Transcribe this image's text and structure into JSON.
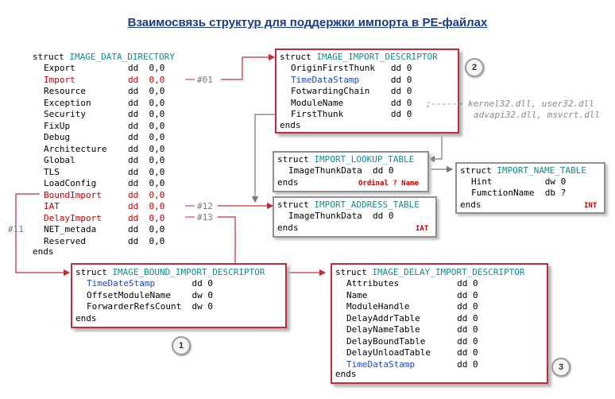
{
  "title": "Взаимосвязь структур для поддержки импорта в PE-файлах",
  "data_directory": {
    "kw": "struct",
    "name": "IMAGE_DATA_DIRECTORY",
    "entries": [
      {
        "field": "Export",
        "type": "dd",
        "val": "0,0"
      },
      {
        "field": "Import",
        "type": "dd",
        "val": "0,0"
      },
      {
        "field": "Resource",
        "type": "dd",
        "val": "0,0"
      },
      {
        "field": "Exception",
        "type": "dd",
        "val": "0,0"
      },
      {
        "field": "Security",
        "type": "dd",
        "val": "0,0"
      },
      {
        "field": "FixUp",
        "type": "dd",
        "val": "0,0"
      },
      {
        "field": "Debug",
        "type": "dd",
        "val": "0,0"
      },
      {
        "field": "Architecture",
        "type": "dd",
        "val": "0,0"
      },
      {
        "field": "Global",
        "type": "dd",
        "val": "0,0"
      },
      {
        "field": "TLS",
        "type": "dd",
        "val": "0,0"
      },
      {
        "field": "LoadConfig",
        "type": "dd",
        "val": "0,0"
      },
      {
        "field": "BoundImport",
        "type": "dd",
        "val": "0,0"
      },
      {
        "field": "IAT",
        "type": "dd",
        "val": "0,0"
      },
      {
        "field": "DelayImport",
        "type": "dd",
        "val": "0,0"
      },
      {
        "field": "NET_metada",
        "type": "dd",
        "val": "0,0"
      },
      {
        "field": "Reserved",
        "type": "dd",
        "val": "0,0"
      }
    ],
    "ends": "ends"
  },
  "refs": {
    "r01": "#01",
    "r12": "#12",
    "r13": "#13",
    "r11": "#11"
  },
  "import_descriptor": {
    "kw": "struct",
    "name": "IMAGE_IMPORT_DESCRIPTOR",
    "fields": [
      {
        "field": "OriginFirstThunk",
        "type": "dd",
        "val": "0"
      },
      {
        "field": "TimeDataStamp",
        "type": "dd",
        "val": "0"
      },
      {
        "field": "FotwardingChain",
        "type": "dd",
        "val": "0"
      },
      {
        "field": "ModuleName",
        "type": "dd",
        "val": "0"
      },
      {
        "field": "FirstThunk",
        "type": "dd",
        "val": "0"
      }
    ],
    "ends": "ends",
    "badge": "2",
    "module_note": {
      "arrow": ";----->",
      "line1": "kernel32.dll, user32.dll",
      "line2": "advapi32.dll, msvcrt.dll"
    }
  },
  "lookup_table": {
    "kw": "struct",
    "name": "IMPORT_LOOKUP_TABLE",
    "fields": [
      {
        "field": "ImageThunkData",
        "type": "dd",
        "val": "0"
      }
    ],
    "ends": "ends",
    "tag": "Ordinal ? Name"
  },
  "name_table": {
    "kw": "struct",
    "name": "IMPORT_NAME_TABLE",
    "fields": [
      {
        "field": "Hint",
        "type": "dw",
        "val": "0"
      },
      {
        "field": "FumctionName",
        "type": "db",
        "val": "?"
      }
    ],
    "ends": "ends",
    "tag": "INT"
  },
  "address_table": {
    "kw": "struct",
    "name": "IMPORT_ADDRESS_TABLE",
    "fields": [
      {
        "field": "ImageThunkData",
        "type": "dd",
        "val": "0"
      }
    ],
    "ends": "ends",
    "tag": "IAT"
  },
  "bound_descriptor": {
    "kw": "struct",
    "name": "IMAGE_BOUND_IMPORT_DESCRIPTOR",
    "fields": [
      {
        "field": "TimeDateStamp",
        "type": "dd",
        "val": "0"
      },
      {
        "field": "OffsetModuleName",
        "type": "dw",
        "val": "0"
      },
      {
        "field": "ForwarderRefsCount",
        "type": "dw",
        "val": "0"
      }
    ],
    "ends": "ends",
    "badge": "1"
  },
  "delay_descriptor": {
    "kw": "struct",
    "name": "IMAGE_DELAY_IMPORT_DESCRIPTOR",
    "fields": [
      {
        "field": "Attributes",
        "type": "dd",
        "val": "0"
      },
      {
        "field": "Name",
        "type": "dd",
        "val": "0"
      },
      {
        "field": "ModuleHandle",
        "type": "dd",
        "val": "0"
      },
      {
        "field": "DelayAddrTable",
        "type": "dd",
        "val": "0"
      },
      {
        "field": "DelayNameTable",
        "type": "dd",
        "val": "0"
      },
      {
        "field": "DelayBoundTable",
        "type": "dd",
        "val": "0"
      },
      {
        "field": "DelayUnloadTable",
        "type": "dd",
        "val": "0"
      },
      {
        "field": "TimeDataStamp",
        "type": "dd",
        "val": "0"
      }
    ],
    "ends": "ends",
    "badge": "3"
  },
  "colors": {
    "red": "#c00000",
    "teal": "#138a8a",
    "blue": "#1e46d2",
    "title": "#1c3a8c",
    "box_red": "#c42a3c",
    "box_gray": "#8f8f8f"
  }
}
